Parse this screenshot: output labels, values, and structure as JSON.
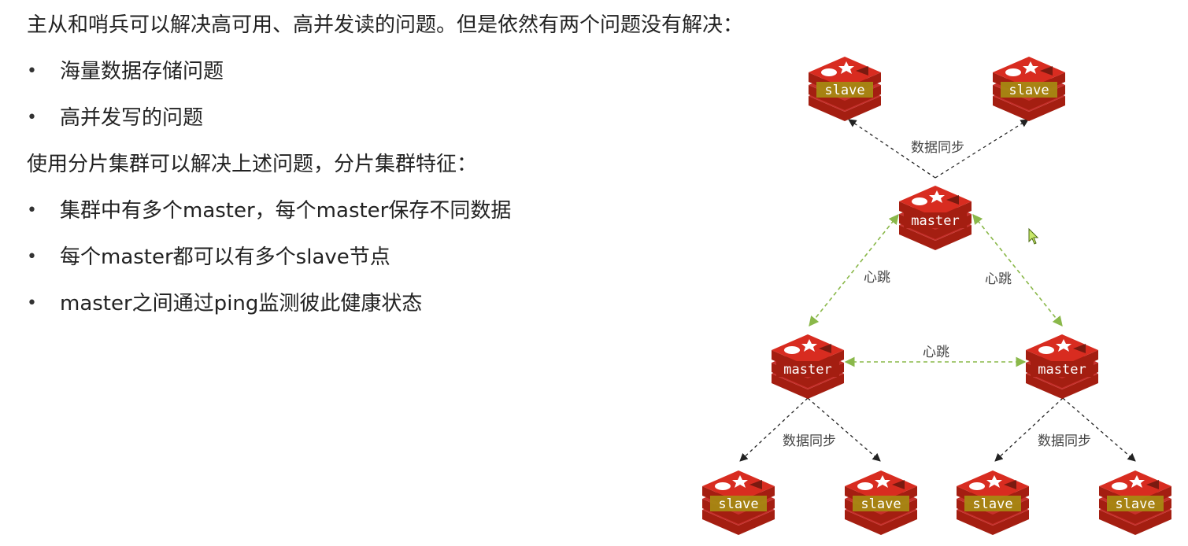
{
  "text": {
    "intro": "主从和哨兵可以解决高可用、高并发读的问题。但是依然有两个问题没有解决：",
    "problems": [
      "海量数据存储问题",
      "高并发写的问题"
    ],
    "shard_intro": "使用分片集群可以解决上述问题，分片集群特征：",
    "features": [
      "集群中有多个master，每个master保存不同数据",
      "每个master都可以有多个slave节点",
      "master之间通过ping监测彼此健康状态"
    ],
    "bullet": "•"
  },
  "diagram": {
    "node_labels": {
      "slave_top_left": "slave",
      "slave_top_right": "slave",
      "master_top": "master",
      "master_left": "master",
      "master_right": "master",
      "slave_bl1": "slave",
      "slave_bl2": "slave",
      "slave_br1": "slave",
      "slave_br2": "slave"
    },
    "edge_labels": {
      "sync_top": "数据同步",
      "heartbeat_left": "心跳",
      "heartbeat_right": "心跳",
      "heartbeat_middle": "心跳",
      "sync_left": "数据同步",
      "sync_right": "数据同步"
    },
    "colors": {
      "redis_red": "#c6302b",
      "redis_dark": "#a41e11",
      "redis_top": "#d82c20",
      "label_band": "#a68b12",
      "heartbeat_line": "#8ab84a",
      "sync_line": "#222222"
    }
  }
}
